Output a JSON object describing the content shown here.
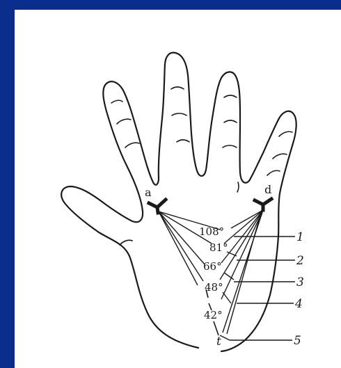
{
  "figure": {
    "triradius_labels": [
      "a",
      "d"
    ],
    "angles": [
      "108°",
      "81°",
      "66°",
      "48°",
      "42°"
    ],
    "axial_label": "t",
    "line_numbers": [
      "1",
      "2",
      "3",
      "4",
      "5"
    ]
  },
  "colors": {
    "background": "#0a2d8c",
    "panel": "#ffffff",
    "ink": "#1a1a1a"
  }
}
